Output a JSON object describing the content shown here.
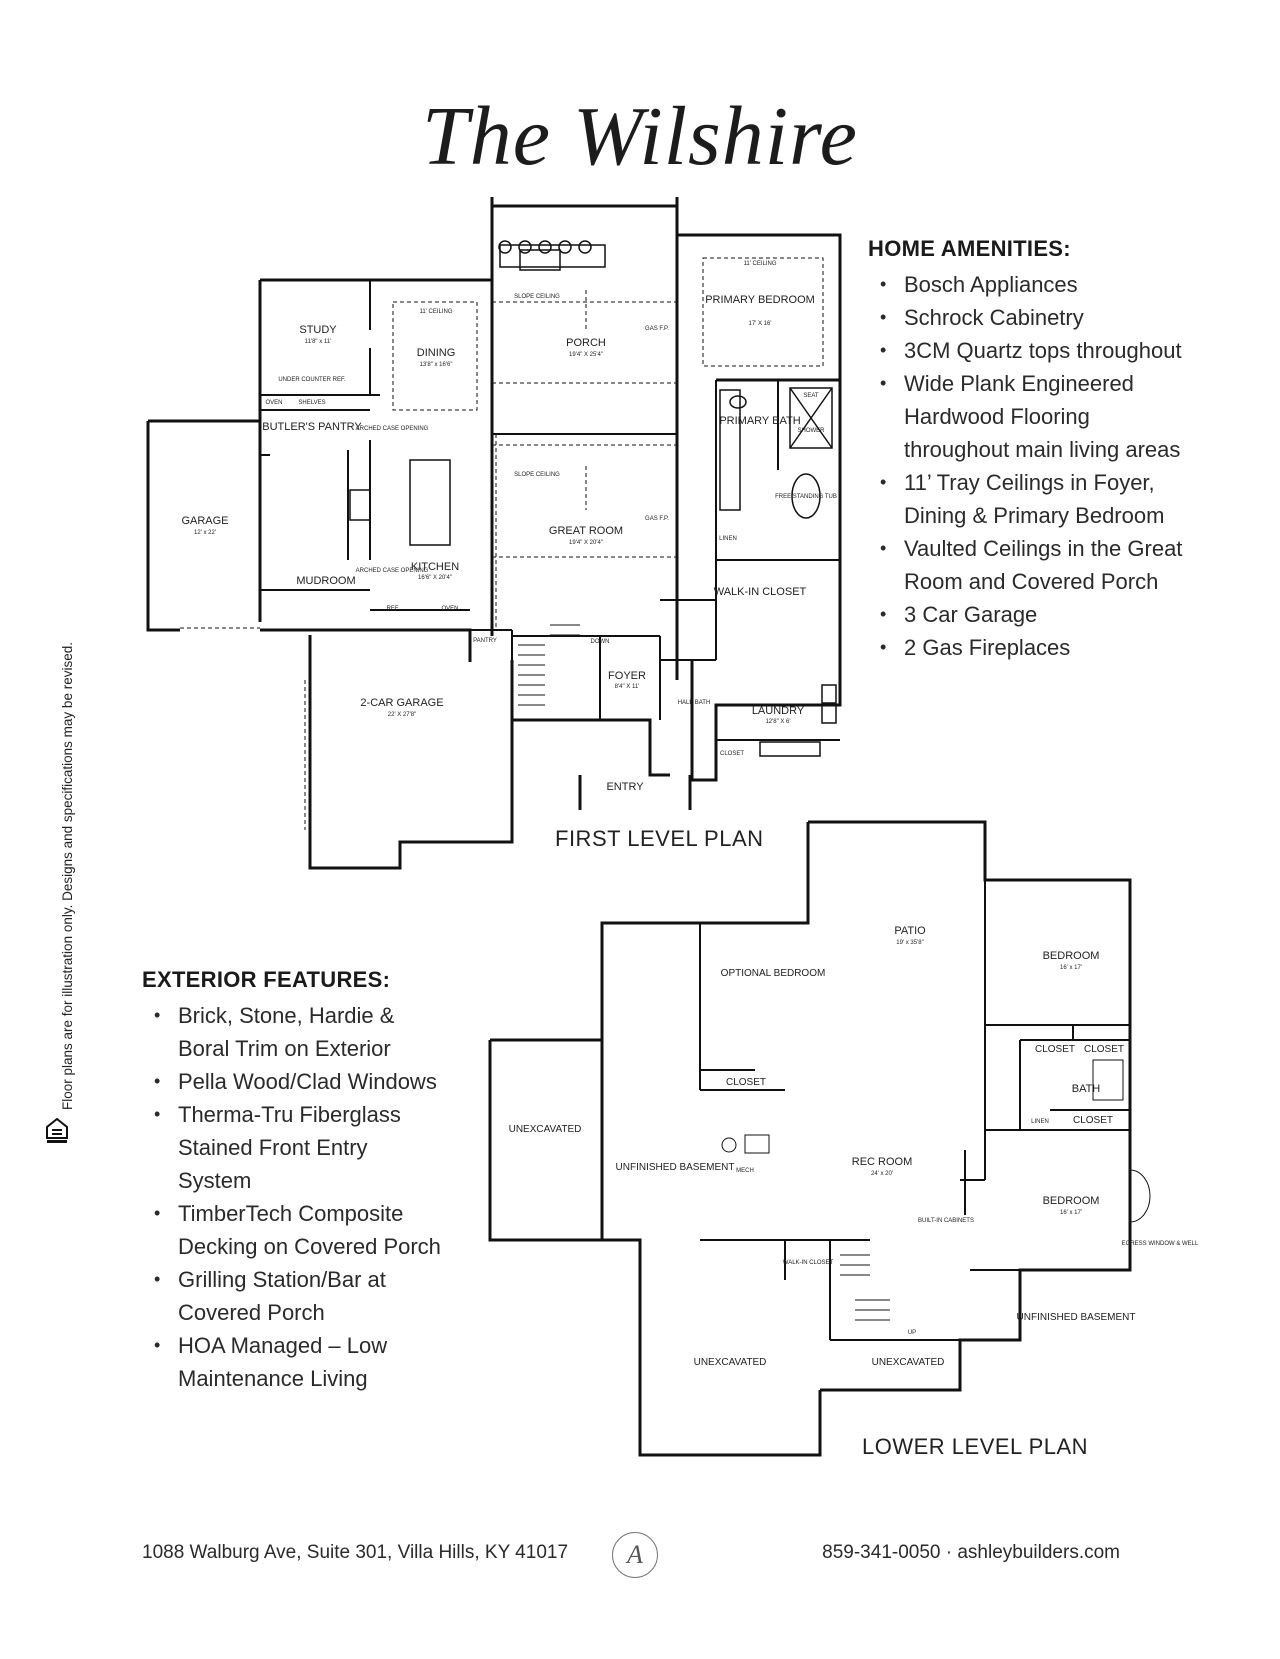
{
  "title": "The Wilshire",
  "home_amenities": {
    "heading": "HOME AMENITIES:",
    "items": [
      "Bosch Appliances",
      "Schrock Cabinetry",
      "3CM Quartz tops throughout",
      "Wide Plank Engineered Hardwood Flooring throughout main living areas",
      "11’ Tray Ceilings in Foyer, Dining & Primary Bedroom",
      "Vaulted Ceilings in the Great Room and Covered Porch",
      "3 Car Garage",
      "2 Gas Fireplaces"
    ]
  },
  "exterior_features": {
    "heading": "EXTERIOR FEATURES:",
    "items": [
      "Brick, Stone, Hardie & Boral Trim on Exterior",
      "Pella Wood/Clad Windows",
      "Therma-Tru Fiberglass Stained Front Entry System",
      "TimberTech Composite Decking on Covered Porch",
      "Grilling Station/Bar at Covered Porch",
      "HOA Managed – Low Maintenance Living"
    ]
  },
  "first_level": {
    "label": "FIRST LEVEL PLAN",
    "rooms": {
      "study": "STUDY",
      "study_dim": "11'8\" x 11'",
      "dining": "DINING",
      "dining_dim": "13'8\" x 16'6\"",
      "dining_ceiling": "11' CEILING",
      "porch": "PORCH",
      "porch_dim": "19'4\" X 25'4\"",
      "primary_bedroom": "PRIMARY BEDROOM",
      "primary_bedroom_dim": "17' X 16'",
      "primary_ceiling": "11' CEILING",
      "butlers_pantry": "BUTLER'S PANTRY",
      "primary_bath": "PRIMARY BATH",
      "garage": "GARAGE",
      "garage_dim": "12' x 22'",
      "great_room": "GREAT ROOM",
      "great_room_dim": "19'4\" X 20'4\"",
      "mudroom": "MUDROOM",
      "kitchen": "KITCHEN",
      "kitchen_dim": "16'6\" X 20'4\"",
      "walk_in_closet": "WALK-IN CLOSET",
      "two_car_garage": "2-CAR GARAGE",
      "two_car_garage_dim": "22' X 27'8\"",
      "foyer": "FOYER",
      "foyer_dim": "8'4\" X 11'",
      "laundry": "LAUNDRY",
      "laundry_dim": "12'8\" X 6'",
      "entry": "ENTRY",
      "half_bath": "HALF BATH",
      "pantry": "PANTRY",
      "under_counter": "UNDER COUNTER REF.",
      "oven": "OVEN",
      "shelves": "SHELVES",
      "ref": "REF.",
      "slope_ceiling": "SLOPE CEILING",
      "arched_case": "ARCHED CASE OPENING",
      "down": "DOWN",
      "seat": "SEAT",
      "shower": "SHOWER",
      "tub": "FREE STANDING TUB",
      "closet": "CLOSET",
      "linen": "LINEN",
      "gas_fp": "GAS F.P."
    }
  },
  "lower_level": {
    "label": "LOWER LEVEL PLAN",
    "rooms": {
      "patio": "PATIO",
      "patio_dim": "19' x 35'8\"",
      "bedroom": "BEDROOM",
      "bedroom1_dim": "16' x 17'",
      "bedroom2_dim": "16' x 17'",
      "optional_bedroom": "OPTIONAL BEDROOM",
      "closet": "CLOSET",
      "bath": "BATH",
      "unexcavated": "UNEXCAVATED",
      "unfinished_basement": "UNFINISHED BASEMENT",
      "rec_room": "REC ROOM",
      "rec_room_dim": "24' x 20'",
      "mech": "MECH",
      "built_in": "BUILT-IN CABINETS",
      "egress": "EGRESS WINDOW & WELL",
      "walk_in_closet": "WALK-IN CLOSET",
      "linen": "LINEN",
      "up": "UP"
    }
  },
  "side_note": "Floor plans are for illustration only. Designs and specifications may be revised.",
  "footer": {
    "address": "1088 Walburg Ave, Suite 301, Villa Hills, KY 41017",
    "contact": "859-341-0050 · ashleybuilders.com",
    "logo_letter": "A"
  }
}
